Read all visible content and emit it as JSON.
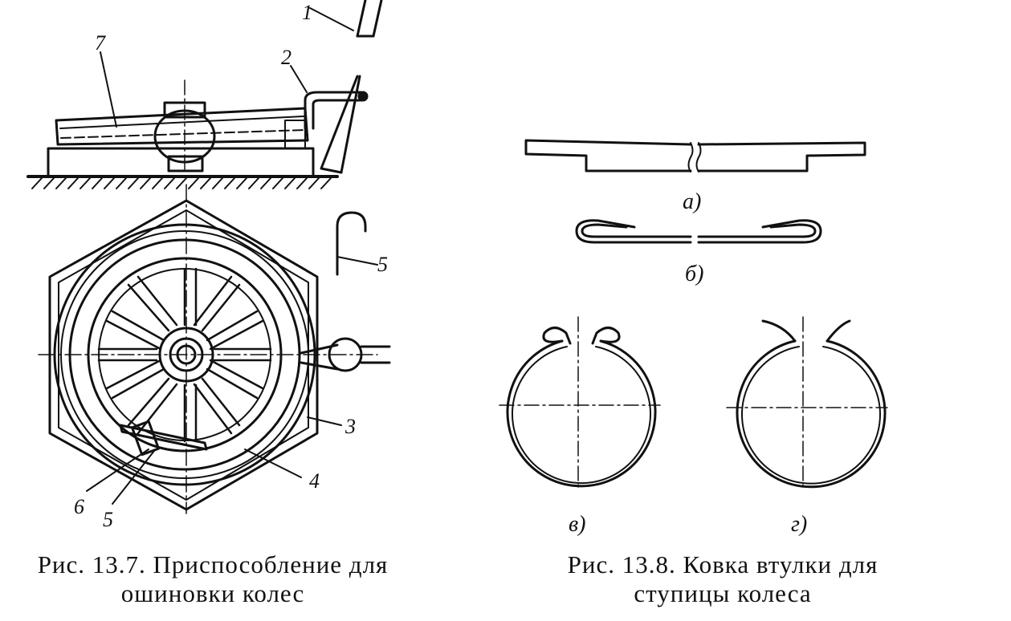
{
  "figure_13_7": {
    "callouts": [
      "1",
      "2",
      "7",
      "5",
      "3",
      "4",
      "6",
      "5"
    ],
    "caption_line1": "Рис. 13.7. Приспособление для",
    "caption_line2": "ошиновки колес"
  },
  "figure_13_8": {
    "sublabels": [
      "а)",
      "б)",
      "в)",
      "г)"
    ],
    "caption_line1": "Рис. 13.8. Ковка втулки для",
    "caption_line2": "ступицы колеса"
  },
  "colors": {
    "ink": "#111111",
    "paper": "#ffffff"
  }
}
